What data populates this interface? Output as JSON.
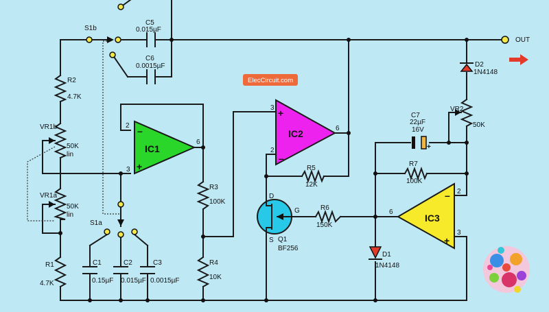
{
  "colors": {
    "background": "#bfe8f5",
    "ic1_fill": "#2bd62b",
    "ic2_fill": "#ee22ee",
    "ic3_fill": "#f7ea2a",
    "transistor_fill": "#27c8e8",
    "diode_fill": "#e23b2b",
    "terminal_fill": "#f2e84a",
    "arrow_color": "#e23b2b",
    "watermark_bg": "#ee6a3b"
  },
  "watermark": {
    "text": "ElecCircuit.com"
  },
  "output": {
    "label": "OUT"
  },
  "switches": {
    "s1b": "S1b",
    "s1a": "S1a"
  },
  "ics": {
    "ic1": {
      "label": "IC1",
      "pin_minus": "2",
      "pin_plus": "3",
      "pin_out": "6"
    },
    "ic2": {
      "label": "IC2",
      "pin_plus": "3",
      "pin_minus": "2",
      "pin_out": "6"
    },
    "ic3": {
      "label": "IC3",
      "pin_minus": "2",
      "pin_plus": "3",
      "pin_out": "6"
    }
  },
  "resistors": {
    "r1": {
      "name": "R1",
      "value": "4.7K"
    },
    "r2": {
      "name": "R2",
      "value": "4.7K"
    },
    "r3": {
      "name": "R3",
      "value": "100K"
    },
    "r4": {
      "name": "R4",
      "value": "10K"
    },
    "r5": {
      "name": "R5",
      "value": "12K"
    },
    "r6": {
      "name": "R6",
      "value": "150K"
    },
    "r7": {
      "name": "R7",
      "value": "100K"
    }
  },
  "pots": {
    "vr1a": {
      "name": "VR1a",
      "value": "50K",
      "taper": "lin"
    },
    "vr1b": {
      "name": "VR1b",
      "value": "50K",
      "taper": "lin"
    },
    "vr2": {
      "name": "VR2",
      "value": "50K"
    }
  },
  "capacitors": {
    "c1": {
      "name": "C1",
      "value": "0.15µF"
    },
    "c2": {
      "name": "C2",
      "value": "0.015µF"
    },
    "c3": {
      "name": "C3",
      "value": "0.0015µF"
    },
    "c5": {
      "name": "C5",
      "value": "0.015µF"
    },
    "c6": {
      "name": "C6",
      "value": "0.0015µF"
    },
    "c7": {
      "name": "C7",
      "value": "22µF",
      "voltage": "16V",
      "polarity": "+"
    }
  },
  "diodes": {
    "d1": {
      "name": "D1",
      "part": "1N4148"
    },
    "d2": {
      "name": "D2",
      "part": "1N4148"
    }
  },
  "transistor": {
    "name": "Q1",
    "part": "BF256",
    "pin_d": "D",
    "pin_g": "G",
    "pin_s": "S"
  }
}
